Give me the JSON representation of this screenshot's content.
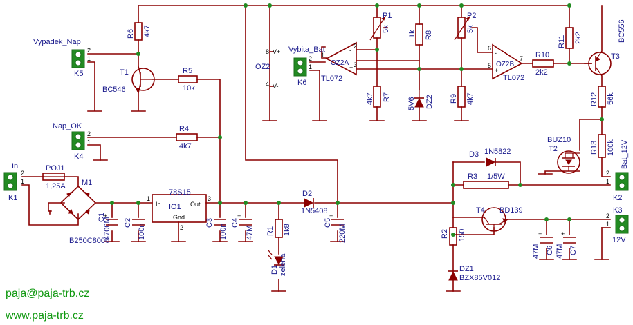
{
  "credits": {
    "email": "paja@paja-trb.cz",
    "web": "www.paja-trb.cz"
  },
  "connectors": {
    "k1": {
      "ref": "K1",
      "net": "In",
      "pin1": "1",
      "pin2": "2"
    },
    "k2": {
      "ref": "K2",
      "net": "Bat_12V",
      "pin1": "1",
      "pin2": "2"
    },
    "k3": {
      "ref": "K3",
      "net": "12V",
      "pin1": "1",
      "pin2": "2"
    },
    "k4": {
      "ref": "K4",
      "net": "Nap_OK",
      "pin1": "1",
      "pin2": "2"
    },
    "k5": {
      "ref": "K5",
      "net": "Vypadek_Nap",
      "pin1": "1",
      "pin2": "2"
    },
    "k6": {
      "ref": "K6",
      "net": "Vybita_Bat",
      "pin1": "1",
      "pin2": "2"
    }
  },
  "fuse": {
    "ref": "POJ1",
    "value": "1,25A"
  },
  "bridge": {
    "ref": "M1",
    "value": "B250C8000"
  },
  "regulator": {
    "label": "78S15",
    "ref": "IO1",
    "pin_in": "In",
    "pin_gnd": "Gnd",
    "pin_out": "Out",
    "n1": "1",
    "n2": "2",
    "n3": "3"
  },
  "capacitors": {
    "c1": {
      "ref": "C1",
      "value": "4700M"
    },
    "c2": {
      "ref": "C2",
      "value": "100n"
    },
    "c3": {
      "ref": "C3",
      "value": "100n"
    },
    "c4": {
      "ref": "C4",
      "value": "47M"
    },
    "c5": {
      "ref": "C5",
      "value": "220M"
    },
    "c6": {
      "ref": "C6",
      "value": "47M"
    },
    "c7": {
      "ref": "C7",
      "value": "47M"
    }
  },
  "resistors": {
    "r1": {
      "ref": "R1",
      "value": "1k8"
    },
    "r2": {
      "ref": "R2",
      "value": "150"
    },
    "r3": {
      "ref": "R3",
      "value": "1/5W"
    },
    "r4": {
      "ref": "R4",
      "value": "4k7"
    },
    "r5": {
      "ref": "R5",
      "value": "10k"
    },
    "r6": {
      "ref": "R6",
      "value": "4k7"
    },
    "r7": {
      "ref": "R7",
      "value": "4k7"
    },
    "r8": {
      "ref": "R8",
      "value": "1k"
    },
    "r9": {
      "ref": "R9",
      "value": "4k7"
    },
    "r10": {
      "ref": "R10",
      "value": "2k2"
    },
    "r11": {
      "ref": "R11",
      "value": "2k2"
    },
    "r12": {
      "ref": "R12",
      "value": "56k"
    },
    "r13": {
      "ref": "R13",
      "value": "100k"
    }
  },
  "pots": {
    "p1": {
      "ref": "P1",
      "value": "5k"
    },
    "p2": {
      "ref": "P2",
      "value": "5k"
    }
  },
  "diodes": {
    "d1": {
      "ref": "D1",
      "value": "zelena"
    },
    "d2": {
      "ref": "D2",
      "value": "1N5408"
    },
    "d3": {
      "ref": "D3",
      "value": "1N5822"
    },
    "dz1": {
      "ref": "DZ1",
      "value": "BZX85V012"
    },
    "dz2": {
      "ref": "DZ2",
      "value": "5V6"
    }
  },
  "transistors": {
    "t1": {
      "ref": "T1",
      "value": "BC546"
    },
    "t2": {
      "ref": "T2",
      "value": "BUZ10"
    },
    "t3": {
      "ref": "T3",
      "value": "BC556"
    },
    "t4": {
      "ref": "T4",
      "value": "BD139"
    }
  },
  "opamps": {
    "a": {
      "ref": "OZ2A",
      "value": "TL072",
      "p_minus": "2",
      "p_plus": "3",
      "p_out": "1"
    },
    "b": {
      "ref": "OZ2B",
      "value": "TL072",
      "p_minus": "6",
      "p_plus": "5",
      "p_out": "7"
    },
    "supply": {
      "ref": "OZ2",
      "pin8": "8",
      "pin4": "4",
      "vplus": "V+",
      "vminus": "V-"
    }
  }
}
